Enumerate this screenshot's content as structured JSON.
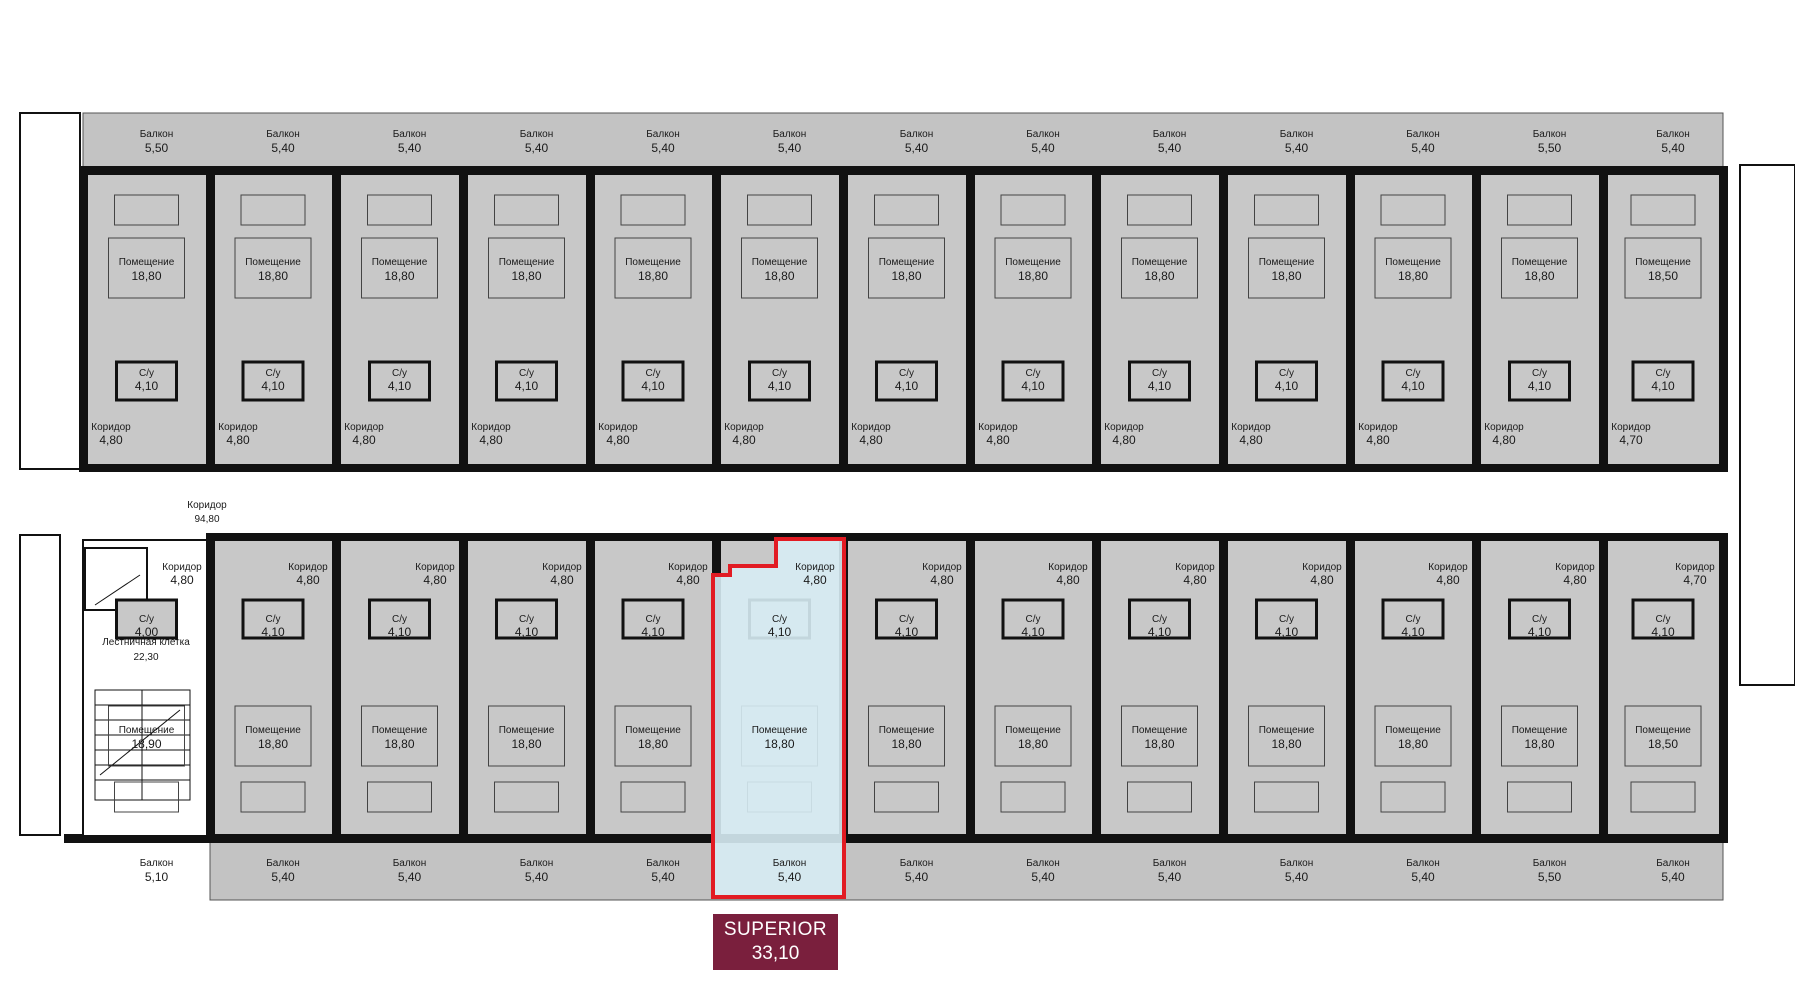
{
  "colors": {
    "floor": "#c8c8c8",
    "wall": "#111111",
    "highlight_fill": "#d7ecf4",
    "highlight_stroke": "#e21b23",
    "badge_bg": "#7a1f3d"
  },
  "labels": {
    "balcony": "Балкон",
    "room": "Помещение",
    "bath": "С/у",
    "corridor": "Коридор",
    "stair": "Лестничная клетка"
  },
  "corridor_main": {
    "name": "Коридор",
    "area": "94,80"
  },
  "stairwell": {
    "name": "Лестничная клетка",
    "area": "22,30"
  },
  "badge": {
    "type": "SUPERIOR",
    "area": "33,10"
  },
  "top_balconies": [
    "5,50",
    "5,40",
    "5,40",
    "5,40",
    "5,40",
    "5,40",
    "5,40",
    "5,40",
    "5,40",
    "5,40",
    "5,40",
    "5,50",
    "5,40"
  ],
  "top_rooms": [
    "18,80",
    "18,80",
    "18,80",
    "18,80",
    "18,80",
    "18,80",
    "18,80",
    "18,80",
    "18,80",
    "18,80",
    "18,80",
    "18,80",
    "18,50"
  ],
  "top_baths": [
    "4,10",
    "4,10",
    "4,10",
    "4,10",
    "4,10",
    "4,10",
    "4,10",
    "4,10",
    "4,10",
    "4,10",
    "4,10",
    "4,10",
    "4,10"
  ],
  "top_corridors": [
    "4,80",
    "4,80",
    "4,80",
    "4,80",
    "4,80",
    "4,80",
    "4,80",
    "4,80",
    "4,80",
    "4,80",
    "4,80",
    "4,80",
    "4,70"
  ],
  "bottom_balconies": [
    "5,10",
    "5,40",
    "5,40",
    "5,40",
    "5,40",
    "5,40",
    "5,40",
    "5,40",
    "5,40",
    "5,40",
    "5,40",
    "5,50",
    "5,40"
  ],
  "bottom_rooms": [
    "18,90",
    "18,80",
    "18,80",
    "18,80",
    "18,80",
    "18,80",
    "18,80",
    "18,80",
    "18,80",
    "18,80",
    "18,80",
    "18,80",
    "18,50"
  ],
  "bottom_baths": [
    "4,00",
    "4,10",
    "4,10",
    "4,10",
    "4,10",
    "4,10",
    "4,10",
    "4,10",
    "4,10",
    "4,10",
    "4,10",
    "4,10",
    "4,10"
  ],
  "bottom_corridors": [
    "4,80",
    "4,80",
    "4,80",
    "4,80",
    "4,80",
    "4,80",
    "4,80",
    "4,80",
    "4,80",
    "4,80",
    "4,80",
    "4,80",
    "4,70"
  ]
}
